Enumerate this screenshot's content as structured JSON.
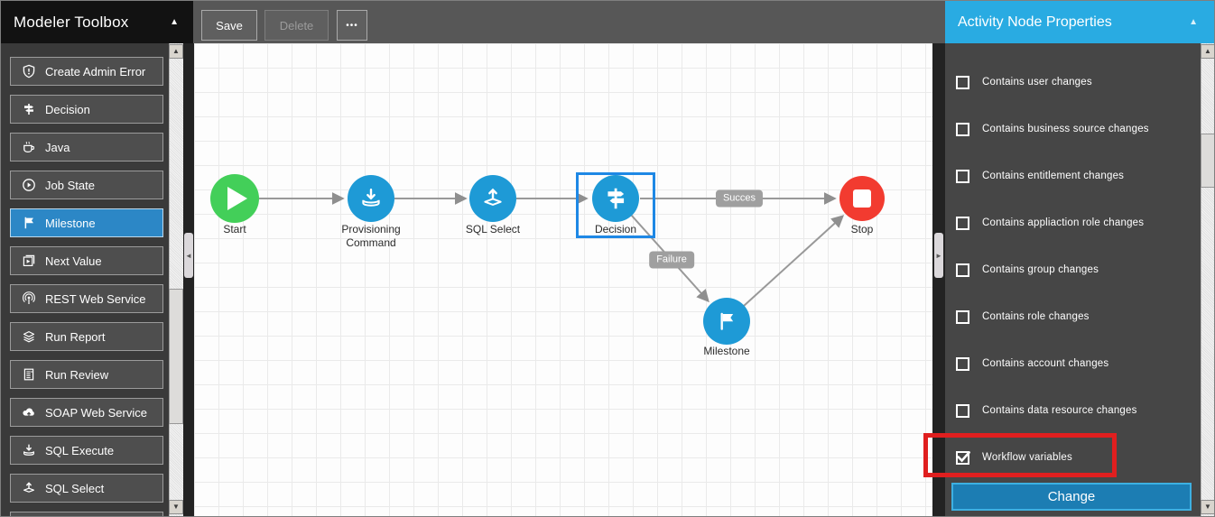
{
  "sidebar": {
    "title": "Modeler Toolbox",
    "collapse_icon": "▲",
    "items": [
      {
        "label": "Create Admin Error",
        "icon": "shield-icon",
        "selected": false
      },
      {
        "label": "Decision",
        "icon": "signpost-icon",
        "selected": false
      },
      {
        "label": "Java",
        "icon": "coffee-icon",
        "selected": false
      },
      {
        "label": "Job State",
        "icon": "play-circle-icon",
        "selected": false
      },
      {
        "label": "Milestone",
        "icon": "flag-icon",
        "selected": true
      },
      {
        "label": "Next Value",
        "icon": "card-play-icon",
        "selected": false
      },
      {
        "label": "REST Web Service",
        "icon": "antenna-icon",
        "selected": false
      },
      {
        "label": "Run Report",
        "icon": "layers-icon",
        "selected": false
      },
      {
        "label": "Run Review",
        "icon": "document-icon",
        "selected": false
      },
      {
        "label": "SOAP Web Service",
        "icon": "cloud-upload-icon",
        "selected": false
      },
      {
        "label": "SQL Execute",
        "icon": "tray-down-icon",
        "selected": false
      },
      {
        "label": "SQL Select",
        "icon": "tray-up-icon",
        "selected": false
      }
    ]
  },
  "toolbar": {
    "save_label": "Save",
    "delete_label": "Delete",
    "more_label": "•••"
  },
  "canvas": {
    "nodes": [
      {
        "label": "Start",
        "type": "start",
        "color": "#43cf59"
      },
      {
        "label": "Provisioning Command",
        "type": "provisioning-command",
        "color": "#1e9ad6"
      },
      {
        "label": "SQL Select",
        "type": "sql-select",
        "color": "#1e9ad6"
      },
      {
        "label": "Decision",
        "type": "decision",
        "color": "#1e9ad6",
        "selected": true
      },
      {
        "label": "Stop",
        "type": "stop",
        "color": "#f23b30"
      },
      {
        "label": "Milestone",
        "type": "milestone",
        "color": "#1e9ad6"
      }
    ],
    "edge_labels": {
      "success": "Succes",
      "failure": "Failure"
    }
  },
  "properties_panel": {
    "title": "Activity Node Properties",
    "collapse_icon": "▲",
    "checkboxes": [
      {
        "label": "Contains user changes",
        "checked": false
      },
      {
        "label": "Contains business source changes",
        "checked": false
      },
      {
        "label": "Contains entitlement changes",
        "checked": false
      },
      {
        "label": "Contains appliaction role changes",
        "checked": false
      },
      {
        "label": "Contains group changes",
        "checked": false
      },
      {
        "label": "Contains role changes",
        "checked": false
      },
      {
        "label": "Contains account changes",
        "checked": false
      },
      {
        "label": "Contains data resource changes",
        "checked": false
      },
      {
        "label": "Workflow variables",
        "checked": true
      }
    ],
    "change_button_label": "Change"
  },
  "icons": {
    "scroll_up": "▲",
    "scroll_down": "▼",
    "splitter_left": "◄",
    "splitter_right": "►"
  },
  "colors": {
    "accent_blue": "#29abe2",
    "selection_blue": "#1e88e5",
    "annotation_red": "#e01f1f",
    "node_blue": "#1e9ad6",
    "node_green": "#43cf59",
    "node_red": "#f23b30"
  }
}
